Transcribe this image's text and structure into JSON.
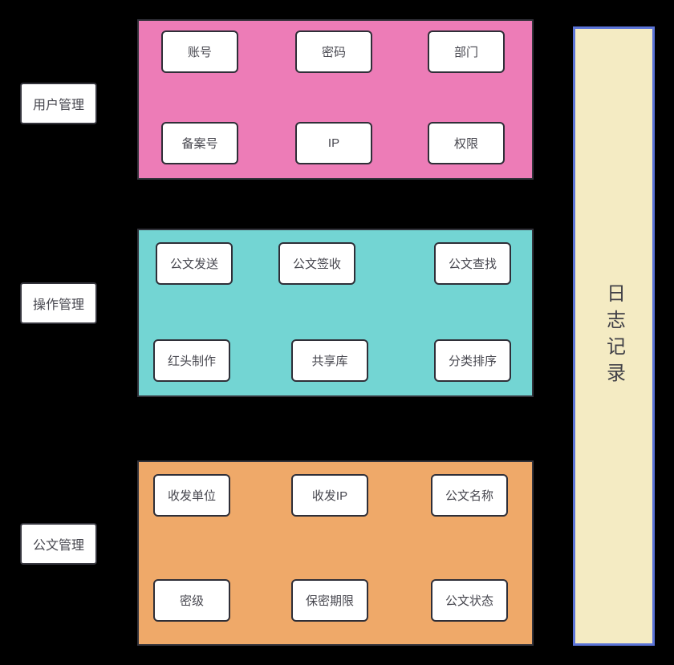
{
  "diagram": {
    "background": "#000000",
    "groups": [
      {
        "label": "用户管理",
        "color": "#ed7cb7",
        "items": [
          "账号",
          "密码",
          "部门",
          "备案号",
          "IP",
          "权限"
        ]
      },
      {
        "label": "操作管理",
        "color": "#73d5d3",
        "items": [
          "公文发送",
          "公文签收",
          "公文查找",
          "红头制作",
          "共享库",
          "分类排序"
        ]
      },
      {
        "label": "公文管理",
        "color": "#efa969",
        "items": [
          "收发单位",
          "收发IP",
          "公文名称",
          "密级",
          "保密期限",
          "公文状态"
        ]
      }
    ],
    "log_panel": {
      "label": "日志记录",
      "background": "#f4ebc3",
      "border_color": "#5b74d8"
    }
  }
}
